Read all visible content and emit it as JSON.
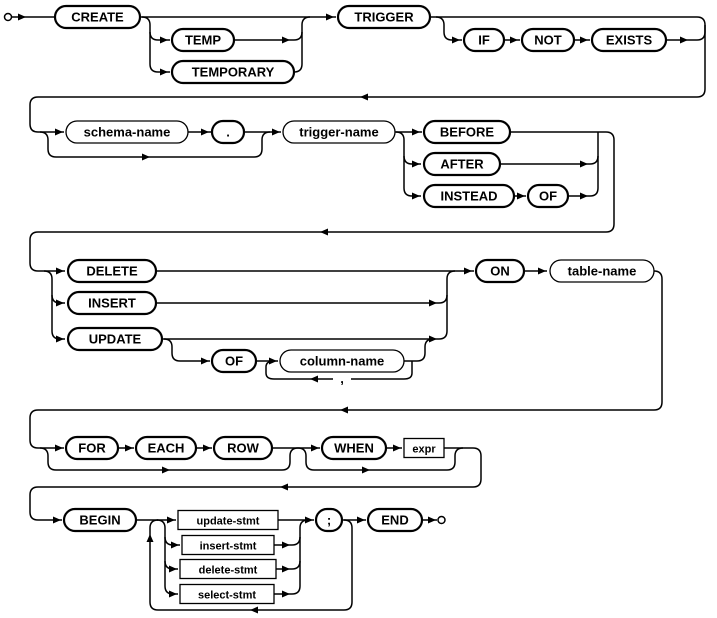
{
  "nodes": {
    "create": "CREATE",
    "temp": "TEMP",
    "temporary": "TEMPORARY",
    "trigger": "TRIGGER",
    "if": "IF",
    "not": "NOT",
    "exists": "EXISTS",
    "schema_name": "schema-name",
    "dot": ".",
    "trigger_name": "trigger-name",
    "before": "BEFORE",
    "after": "AFTER",
    "instead": "INSTEAD",
    "of": "OF",
    "delete": "DELETE",
    "insert": "INSERT",
    "update": "UPDATE",
    "of2": "OF",
    "column_name": "column-name",
    "comma": ",",
    "on": "ON",
    "table_name": "table-name",
    "for": "FOR",
    "each": "EACH",
    "row": "ROW",
    "when": "WHEN",
    "expr": "expr",
    "begin": "BEGIN",
    "update_stmt": "update-stmt",
    "insert_stmt": "insert-stmt",
    "delete_stmt": "delete-stmt",
    "select_stmt": "select-stmt",
    "semicolon": ";",
    "end": "END"
  }
}
